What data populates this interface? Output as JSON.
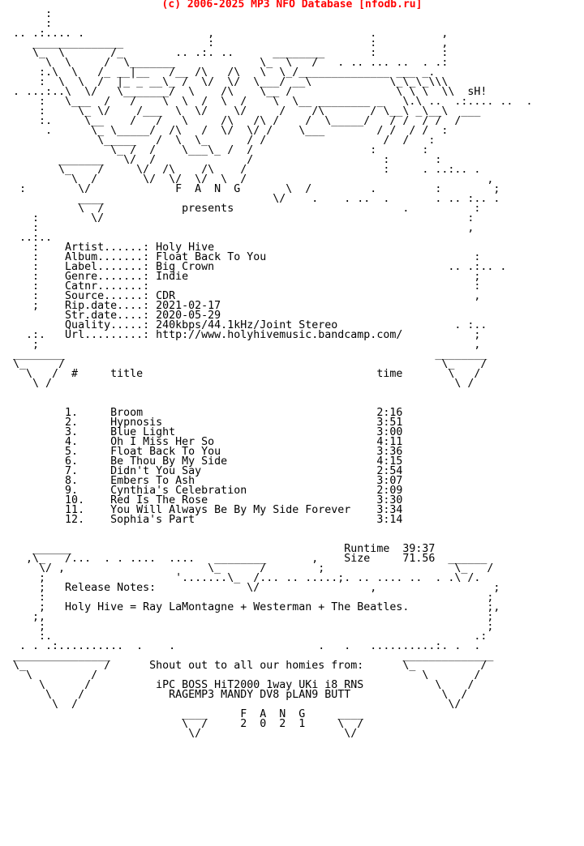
{
  "header": "(c) 2006-2025 MP3 NFO Database [nfodb.ru]",
  "nfo_lines": [
    "       :",
    "       :",
    "  .. .:.... .                   ,                        .          ,",
    "     ______________             :                        :          ,",
    "     \\_  \\       /_        .. .:. ..      ________       :          :",
    "       \\  \\     /  \\_______             \\_  \\   /   . .. ... ..  . .:",
    "      :.\\  \\   /_ __|__   /__ /\\   /\\   \\  \\_/______________ ___ _.",
    "      :  \\  \\  /  |_ _ __\\_ /  \\/  \\/  \\___/ __\\            \\_\\_\\_\\\\\\",
    "  . ...:..\\  \\/   \\_______/  \\    /\\    \\__ /                \\ \\ \\  \\\\  sH!",
    "      :   \\___  /   /    \\  \\  /  \\  /    \\  \\__ ________ _   \\.\\ ..  .:.... ..  .",
    "      :     \\_ \\/    /___  \\  \\/    \\/     /    /\\       / \\__\\ _\\__\\  ___",
    "      :.     \\__    /   /   \\     /\\   /\\ /    /  \\_____/   / /  / /  /",
    "       .      \\_ \\_____/  /\\   /  \\/  \\/ /    \\___        / /  / /  :",
    "               \\_____   /  \\  \\_      / /                  /  /   :",
    "                 \\_ /  /    \\___\\_ /  /                  :       :",
    "         _______   \\/  /              /                    :       :",
    "         \\_    /     \\/  /\\    /\\    /                     :     . ..:.. .",
    "           \\  /       \\/  \\/  \\/  \\  /                                     ,",
    "   :        \\/             F  A  N  G       \\  /         .         :        ;",
    "            ____                          \\/    .    . ..  .       . .. :.. .",
    "            \\  /            presents                          .          :",
    "     :        \\/                                                        :",
    "     :                                                                  ,",
    "   ..:..",
    "     :    Artist......: Holy Hive",
    "     :    Album.......: Float Back To You                                :",
    "     :    Label.......: Big Crown                                    .. .:.. .",
    "     :    Genre.......: Indie                                            ;",
    "     :    Catnr.......:                                                  :",
    "     :    Source......: CDR                                              ,",
    "     ;    Rip.date....: 2021-02-17",
    "          Str.date....: 2020-05-29",
    "          Quality.....: 240kbps/44.1kHz/Joint Stereo                  . :..",
    "    .:.   Url.........: http://www.holyhivemusic.bandcamp.com/           ;",
    "     ;                                                                   ,",
    "  ________                                                         ________",
    "  \\_     /                                                          \\_    /",
    "    \\   /  #     title                                    time       \\   /",
    "     \\ /                                                              \\ /",
    "",
    "",
    "          1.     Broom                                    2:16",
    "          2.     Hypnosis                                 3:51",
    "          3.     Blue Light                               3:00",
    "          4.     Oh I Miss Her So                         4:11",
    "          5.     Float Back To You                        3:36",
    "          6.     Be Thou By My Side                       4:15",
    "          7.     Didn't You Say                           2:54",
    "          8.     Embers To Ash                            3:07",
    "          9.     Cynthia's Celebration                    2:09",
    "          10.    Red Is The Rose                          3:30",
    "          11.    You Will Always Be By My Side Forever    3:34",
    "          12.    Sophia's Part                            3:14",
    "",
    "",
    "     ______                                          Runtime  39:37",
    "    ,\\_   /...  . . ....  ....   ________       ,    Size     71.56  ______",
    "      \\/ ,                      \\_      /        ;                    \\_   /",
    "      ;                    '.......\\_  /... .. .....;. .. .... ..  . .\\ /.",
    "      ;   Release Notes:              \\/                 ,                  ;",
    "      :                                                                    ;",
    "      ;   Holy Hive = Ray LaMontagne + Westerman + The Beatles.            ;,",
    "     ;,                                                                    ;",
    "      ;                                                                    ;",
    "      :.                                                                 .:",
    "   . . .:..........  .    .                      .   .   ..........:. .  .",
    "  _______________                                             ______________",
    "  \\_            /      Shout out to all our homies from:      \\_          /",
    "    \\         /                                                  \\       /",
    "      \\      /          iPC BOSS HiT2000 1way UKi i8 RNS           \\    /",
    "       \\    /             RAGEMP3 MANDY DV8 pLAN9 BUTT              \\  /",
    "        \\  /                                                         \\/",
    "                            ____     F  A  N  G     ____",
    "                            \\  /     2  0  2  1     \\  /",
    "                             \\/                      \\/"
  ]
}
